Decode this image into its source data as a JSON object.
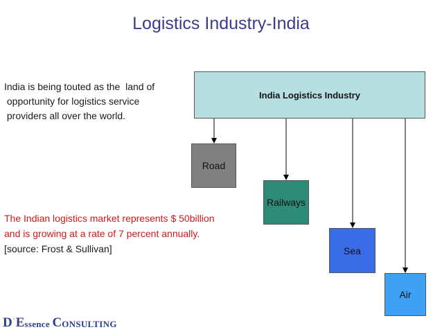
{
  "title": "Logistics Industry-India",
  "intro_lines": [
    "India is being touted as the  land of",
    " opportunity for logistics service",
    " providers all over the world."
  ],
  "market": {
    "line1": "The Indian logistics market represents $ 50billion",
    "line2": "and is growing at a rate of 7 percent annually.",
    "source": "[source: Frost & Sullivan]"
  },
  "diagram": {
    "root": "India Logistics Industry",
    "nodes": [
      "Road",
      "Railways",
      "Sea",
      "Air"
    ],
    "colors": {
      "root": "#b7dfe2",
      "road": "#808080",
      "railways": "#2e8b78",
      "sea": "#3b6ce8",
      "air": "#3fa1f4"
    }
  },
  "logo": {
    "d": "D",
    "mark": "'",
    "e": "E",
    "ssence": "ssence ",
    "c": "C",
    "onsulting": "ONSULTING"
  }
}
